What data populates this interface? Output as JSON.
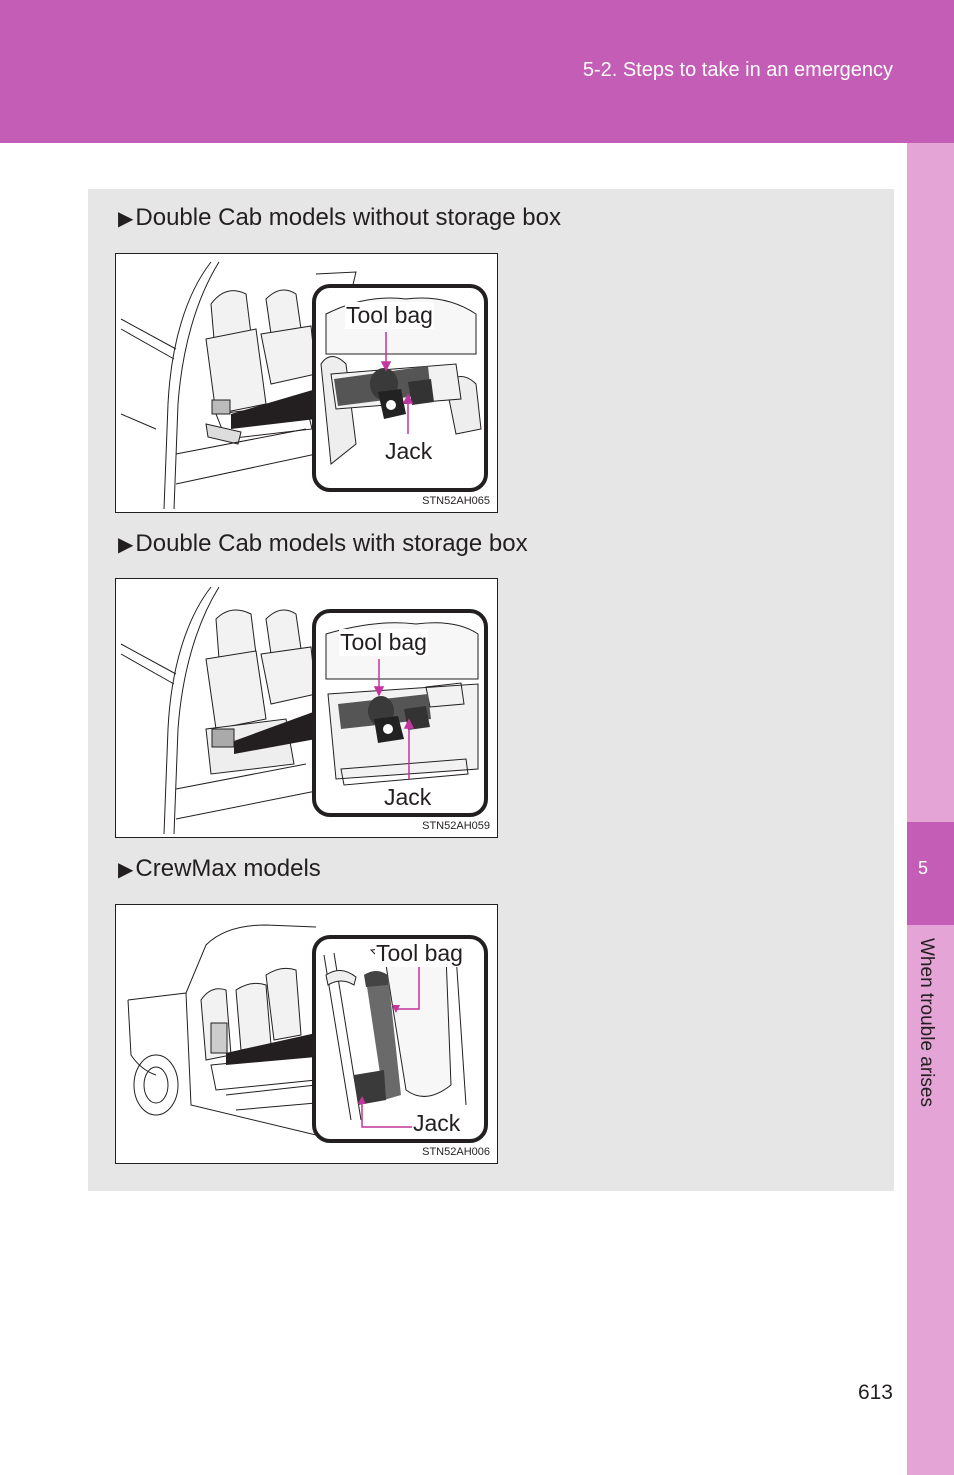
{
  "header": {
    "section_title": "5-2. Steps to take in an emergency"
  },
  "side_tab": {
    "chapter_number": "5",
    "chapter_name": "When trouble arises"
  },
  "colors": {
    "accent": "#c45db5",
    "accent_light": "#e4a4d6",
    "panel_bg": "#e6e6e6",
    "callout_line": "#c2349f"
  },
  "sections": [
    {
      "heading": "Double Cab models without storage box",
      "labels": {
        "tool_bag": "Tool bag",
        "jack": "Jack"
      },
      "figure_code": "STN52AH065"
    },
    {
      "heading": "Double Cab models with storage box",
      "labels": {
        "tool_bag": "Tool bag",
        "jack": "Jack"
      },
      "figure_code": "STN52AH059"
    },
    {
      "heading": "CrewMax models",
      "labels": {
        "tool_bag": "Tool bag",
        "jack": "Jack"
      },
      "figure_code": "STN52AH006"
    }
  ],
  "bullet_glyph": "▶",
  "footer": {
    "page_number": "613"
  }
}
